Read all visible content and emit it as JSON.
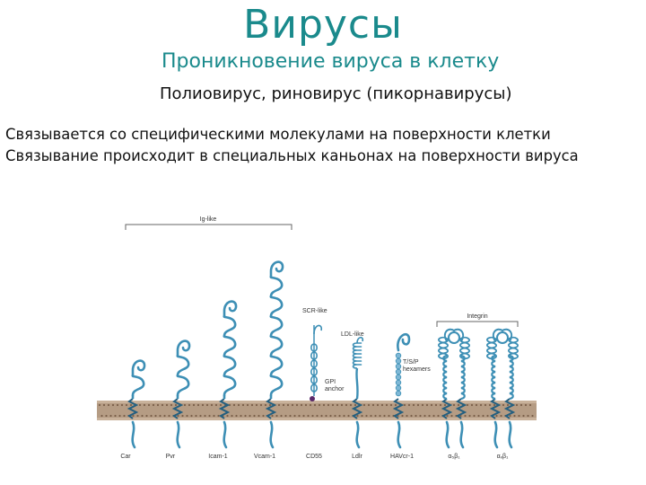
{
  "slide": {
    "title": "Вирусы",
    "subtitle": "Проникновение вируса в клетку",
    "subsubtitle": "Полиовирус, риновирус (пикорнавирусы)",
    "lines": [
      "Связывается со специфическими молекулами на поверхности клетки",
      "Связывание происходит в специальных каньонах на поверхности вируса"
    ]
  },
  "figure": {
    "group_labels": {
      "ig_like": "Ig-like",
      "scr_like": "SCR-like",
      "ldl_like": "LDL-like",
      "integrin": "Integrin",
      "gpi_anchor_1": "GPI",
      "gpi_anchor_2": "anchor",
      "tsp_1": "T/S/P",
      "tsp_2": "hexamers"
    },
    "receptors": [
      {
        "name": "Car"
      },
      {
        "name": "Pvr"
      },
      {
        "name": "Icam-1"
      },
      {
        "name": "Vcam-1"
      },
      {
        "name": "CD55"
      },
      {
        "name": "Ldlr"
      },
      {
        "name": "HAVcr-1"
      },
      {
        "name": "α₅β₁"
      },
      {
        "name": "αᵥβ₁"
      }
    ],
    "colors": {
      "membrane": "#b59c84",
      "membrane_dots": "#7a5f49",
      "protein": "#3d8fb5",
      "protein_dark": "#235f80",
      "anchor": "#5a2a6a"
    }
  }
}
